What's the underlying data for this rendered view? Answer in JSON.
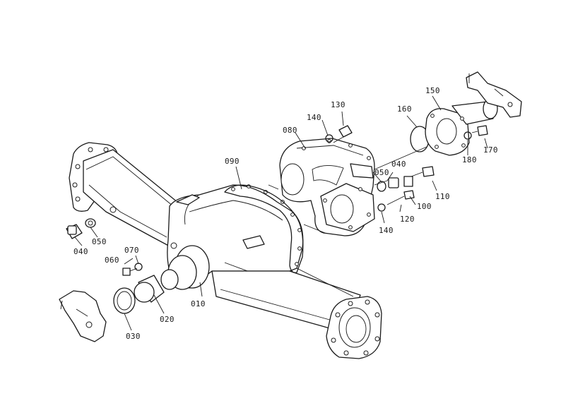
{
  "parts": [
    {
      "id": "010",
      "label": "010"
    },
    {
      "id": "020",
      "label": "020"
    },
    {
      "id": "030",
      "label": "030"
    },
    {
      "id": "040",
      "label": "040"
    },
    {
      "id": "040b",
      "label": "040"
    },
    {
      "id": "050",
      "label": "050"
    },
    {
      "id": "050b",
      "label": "050"
    },
    {
      "id": "060",
      "label": "060"
    },
    {
      "id": "070",
      "label": "070"
    },
    {
      "id": "080",
      "label": "080"
    },
    {
      "id": "090",
      "label": "090"
    },
    {
      "id": "100",
      "label": "100"
    },
    {
      "id": "110",
      "label": "110"
    },
    {
      "id": "120",
      "label": "120"
    },
    {
      "id": "130",
      "label": "130"
    },
    {
      "id": "140",
      "label": "140"
    },
    {
      "id": "140b",
      "label": "140"
    },
    {
      "id": "150",
      "label": "150"
    },
    {
      "id": "160",
      "label": "160"
    },
    {
      "id": "170",
      "label": "170"
    },
    {
      "id": "180",
      "label": "180"
    }
  ]
}
